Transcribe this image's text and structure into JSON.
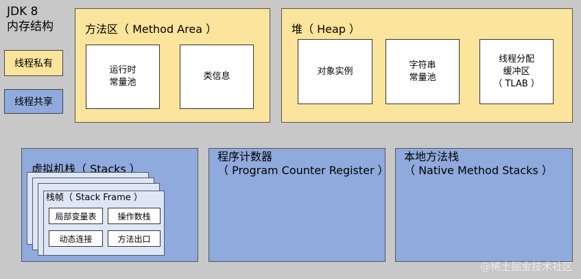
{
  "title": "JDK 8\n内存结构",
  "legend": {
    "private": "线程私有",
    "shared": "线程共享"
  },
  "method_area": {
    "title": "方法区（ Method Area ）",
    "runtime_constant_pool": "运行时\n常量池",
    "class_info": "类信息"
  },
  "heap": {
    "title": "堆（ Heap ）",
    "object_instance": "对象实例",
    "string_constant_pool": "字符串\n常量池",
    "tlab": "线程分配\n缓冲区\n（ TLAB ）"
  },
  "stacks": {
    "title": "虚拟机栈（ Stacks ）",
    "frame_title": "栈帧（ Stack Frame ）",
    "local_vars": "局部变量表",
    "operand_stack": "操作数栈",
    "dynamic_link": "动态连接",
    "return_address": "方法出口"
  },
  "pc_register": {
    "title": "程序计数器\n（ Program Counter Register ）"
  },
  "native_stacks": {
    "title": "本地方法栈\n（ Native Method Stacks ）"
  },
  "watermark": "@稀土掘金技术社区",
  "colors": {
    "private": "#fbe49b",
    "shared": "#8faadc",
    "background": "#c8c8c8"
  }
}
